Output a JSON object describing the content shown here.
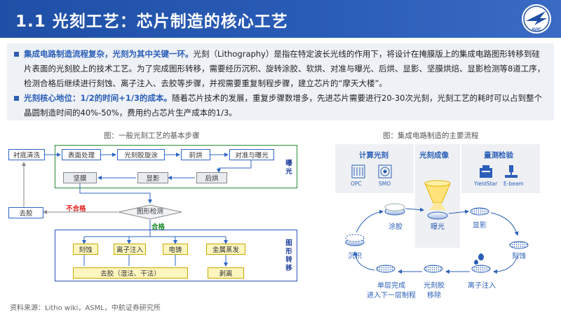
{
  "header": {
    "title": "1.1 光刻工艺：芯片制造的核心工艺"
  },
  "summary": {
    "p1_highlight": "集成电路制造流程复杂，光刻为其中关键一环。",
    "p1_text": "光刻（Lithography）是指在特定波长光线的作用下，将设计在掩膜版上的集成电路图形转移到硅片表面的光刻胶上的技术工艺。为了完成图形转移，需要经历沉积、旋转涂胶、软烘、对准与曝光、后烘、显影、坚膜烘焙、显影检测等8道工序，检测合格后继续进行刻蚀、离子注入、去胶等步骤，并视需要重复制程步骤，建立芯片的“摩天大楼”。",
    "p2_highlight": "光刻核心地位：1/2的时间+1/3的成本。",
    "p2_text": "随着芯片技术的发展，重复步骤数增多，先进芯片需要进行20-30次光刻，光刻工艺的耗时可以占到整个晶圆制造时间的40%-50%，费用约占芯片生产成本的1/3。"
  },
  "left_figure": {
    "title": "图：一般光刻工艺的基本步骤",
    "steps": {
      "substrate_clean": "衬底清洗",
      "surface_treatment": "表面处理",
      "spin_coat": "光刻胶旋涂",
      "pre_bake": "前烘",
      "align_expose": "对准与曝光",
      "hard_bake": "坚膜",
      "develop": "显影",
      "post_bake": "后烘",
      "strip": "去胶",
      "inspect": "图形检测",
      "etch": "刻蚀",
      "implant": "离子注入",
      "electroplate": "电铸",
      "metal_evap": "金属蒸发",
      "strip_full": "去胶（湿法、干法）",
      "liftoff": "剥离"
    },
    "fail_label": "不合格",
    "pass_label": "合格",
    "exposure_group": "曝光",
    "transfer_group": "图形转移"
  },
  "right_figure": {
    "title": "图：集成电路制造的主要流程",
    "panels": {
      "compute": "计算光刻",
      "imaging": "光刻成像",
      "metrology": "量测检验"
    },
    "tools": {
      "opc": "OPC",
      "smo": "SMO",
      "yieldstar": "YieldStar",
      "ebeam": "E-beam"
    },
    "steps": {
      "coat": "涂胶",
      "expose": "曝光",
      "develop": "显影",
      "etch": "刻蚀",
      "deposit": "沉积",
      "next_layer": "单层完成\n进入下一层制程",
      "resist_remove": "光刻胶\n移除",
      "implant": "离子注入"
    }
  },
  "footer": {
    "source": "资料来源：Litho wiki，ASML，中航证券研究所"
  },
  "colors": {
    "brand": "#1f4fa6",
    "highlight": "#2b5fb8",
    "fail": "#e02020",
    "pass": "#1a8a2a"
  }
}
